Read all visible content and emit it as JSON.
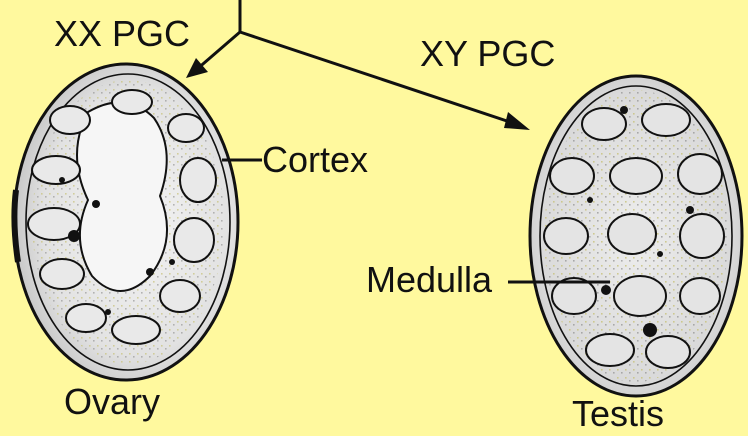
{
  "labels": {
    "xx_pgc": "XX PGC",
    "xy_pgc": "XY PGC",
    "cortex": "Cortex",
    "medulla": "Medulla",
    "ovary": "Ovary",
    "testis": "Testis"
  },
  "colors": {
    "background": "#FFF99E",
    "ink": "#111111",
    "organ_fill": "#E6E6E6",
    "organ_shade": "#BDBDBD",
    "speckle": "#C8C27A"
  }
}
